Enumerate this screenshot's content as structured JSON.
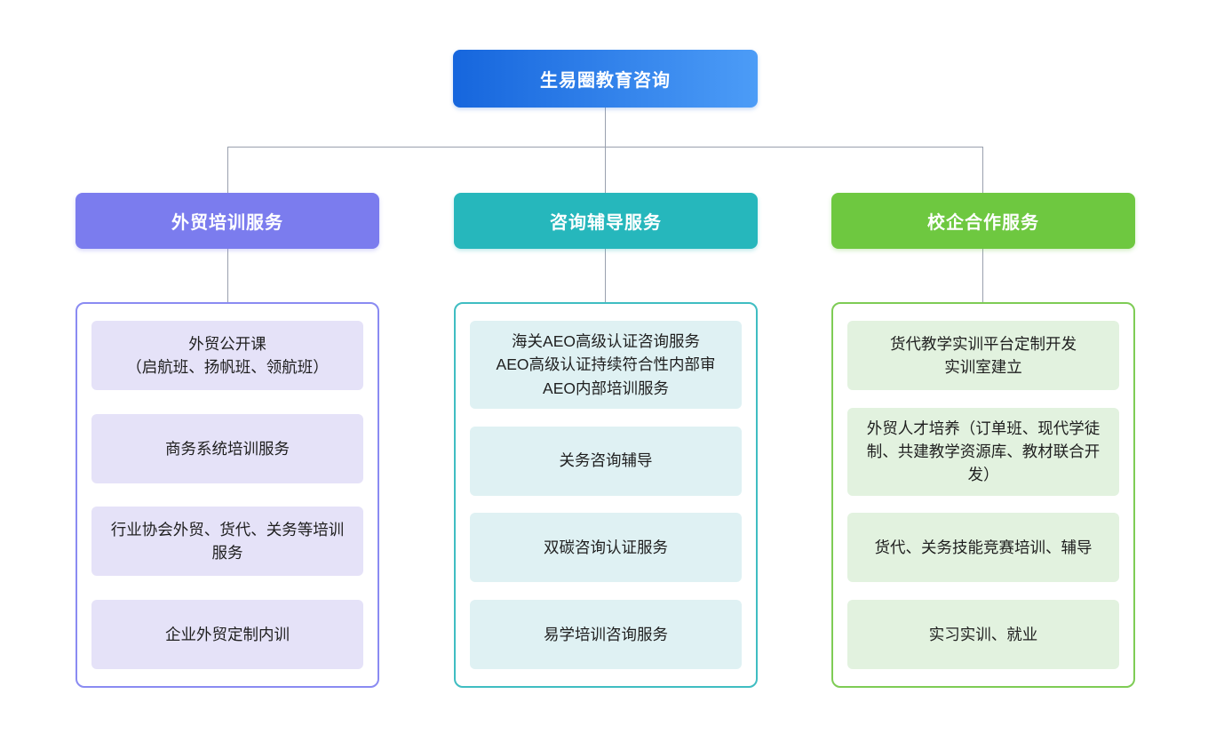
{
  "root": {
    "label": "生易圈教育咨询"
  },
  "colors": {
    "root_gradient_start": "#1666dd",
    "root_gradient_end": "#4c9cf7",
    "connector_line": "#99a0ae",
    "branch1_header": "#7b7cee",
    "branch1_border": "#8a8bf2",
    "branch1_leaf_bg": "#e5e2f8",
    "branch2_header": "#26b7bc",
    "branch2_border": "#3fbdc2",
    "branch2_leaf_bg": "#dff1f3",
    "branch3_header": "#6ec840",
    "branch3_border": "#7ecc55",
    "branch3_leaf_bg": "#e2f2df"
  },
  "columns": [
    {
      "title": "外贸培训服务",
      "items": [
        {
          "lines": [
            "外贸公开课",
            "（启航班、扬帆班、领航班）"
          ]
        },
        {
          "lines": [
            "商务系统培训服务"
          ]
        },
        {
          "lines": [
            "行业协会外贸、货代、关务等培训服务"
          ]
        },
        {
          "lines": [
            "企业外贸定制内训"
          ]
        }
      ]
    },
    {
      "title": "咨询辅导服务",
      "items": [
        {
          "lines": [
            "海关AEO高级认证咨询服务",
            "AEO高级认证持续符合性内部审",
            "AEO内部培训服务"
          ]
        },
        {
          "lines": [
            "关务咨询辅导"
          ]
        },
        {
          "lines": [
            "双碳咨询认证服务"
          ]
        },
        {
          "lines": [
            "易学培训咨询服务"
          ]
        }
      ]
    },
    {
      "title": "校企合作服务",
      "items": [
        {
          "lines": [
            "货代教学实训平台定制开发",
            "实训室建立"
          ]
        },
        {
          "lines": [
            "外贸人才培养（订单班、现代学徒制、共建教学资源库、教材联合开发）"
          ]
        },
        {
          "lines": [
            "货代、关务技能竞赛培训、辅导"
          ]
        },
        {
          "lines": [
            "实习实训、就业"
          ]
        }
      ]
    }
  ]
}
